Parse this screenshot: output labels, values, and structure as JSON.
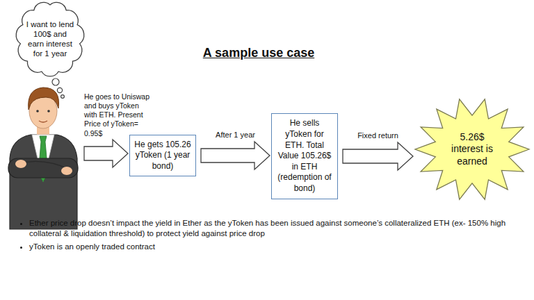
{
  "diagram": {
    "title": "A sample use case",
    "nodes": [
      {
        "text": [
          "I want to lend 100$ and earn interest for 1 year"
        ]
      },
      {
        "text": [
          "He gets 105.26 yToken (1 year bond)"
        ]
      },
      {
        "text": [
          "He sells yToken for ETH. Total Value 105.26$ in ETH (redemption of bond)"
        ]
      },
      {
        "text": [
          "5.26$ interest is earned"
        ]
      }
    ],
    "edges": [
      {
        "from": 1,
        "to": 2,
        "label": "After 1 year",
        "arrow": "to"
      },
      {
        "from": 2,
        "to": 3,
        "label": "Fixed return",
        "arrow": "to"
      }
    ],
    "labels": [
      "He goes to Uniswap and buys yToken with ETH. Present Price of yToken= 0.95$",
      "Ether price drop doesn’t impact the yield in Ether as the yToken has been issued against someone’s collateralized ETH (ex- 150% high collateral & liquidation threshold) to protect yield against price drop",
      "yToken is an openly traded contract"
    ]
  }
}
